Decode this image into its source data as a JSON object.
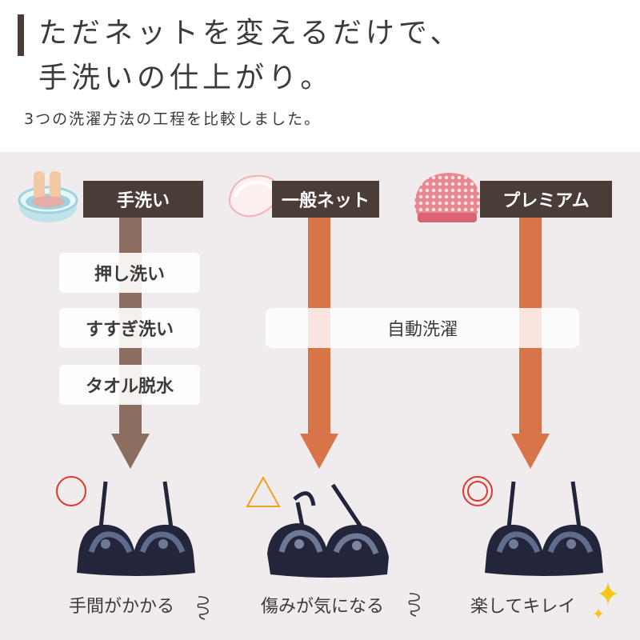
{
  "header": {
    "title": "ただネットを変えるだけで、\n手洗いの仕上がり。",
    "subtitle": "3つの洗濯方法の工程を比較しました。"
  },
  "columns": [
    {
      "label": "手洗い",
      "steps": [
        "押し洗い",
        "すすぎ洗い",
        "タオル脱水"
      ],
      "rating_symbol": "circle",
      "caption": "手間がかかる"
    },
    {
      "label": "一般ネット",
      "rating_symbol": "triangle",
      "caption": "傷みが気になる"
    },
    {
      "label": "プレミアム",
      "rating_symbol": "double-circle",
      "caption": "楽してキレイ"
    }
  ],
  "auto_wash_label": "自動洗濯",
  "colors": {
    "header_bar": "#4a3c36",
    "panel_bg": "#f0ebec",
    "hand_arrow": "#8c6e60",
    "machine_arrow": "#d8744a",
    "circle_red": "#e0382e",
    "triangle_orange": "#f0a020",
    "sparkle_yellow": "#f5c518",
    "bra_navy": "#22243a"
  }
}
